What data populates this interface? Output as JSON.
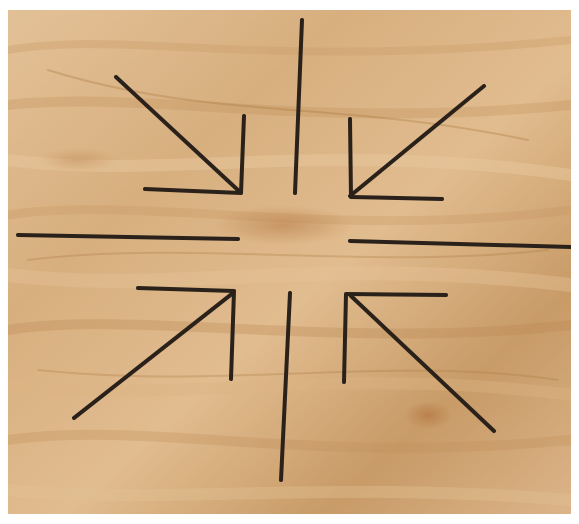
{
  "scene": {
    "subject": "wood-board",
    "wood_tone": "#d9b587",
    "grain_tone": "#b88650",
    "line_color": "#2a211a",
    "arrow_count": 4,
    "straight_line_count": 4
  }
}
